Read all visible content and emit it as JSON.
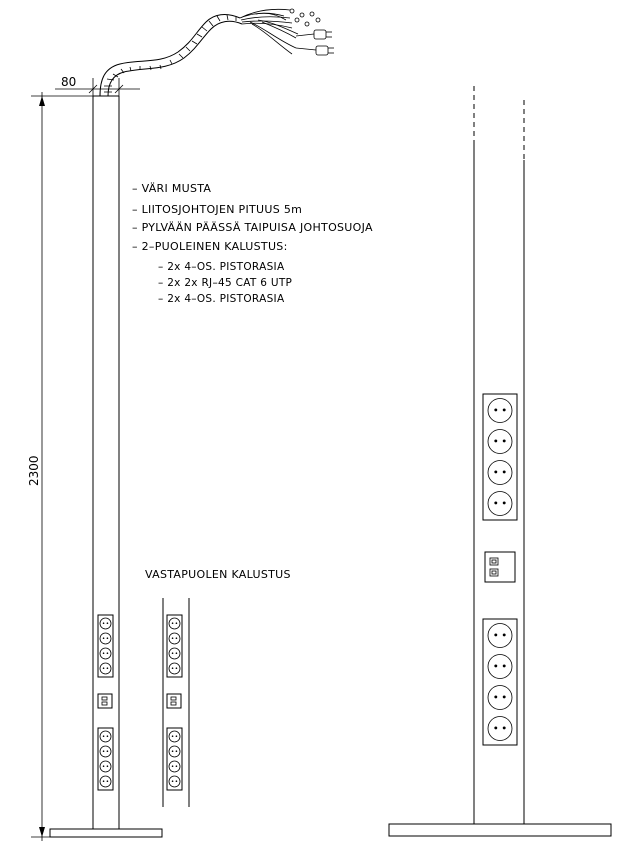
{
  "dimensions": {
    "width_label": "80",
    "height_label": "2300"
  },
  "notes": [
    "– VÄRI MUSTA",
    "– LIITOSJOHTOJEN PITUUS 5m",
    "– PYLVÄÄN PÄÄSSÄ TAIPUISA JOHTOSUOJA",
    "– 2–PUOLEINEN KALUSTUS:"
  ],
  "sub_notes": [
    "– 2x 4–OS. PISTORASIA",
    "– 2x 2x RJ–45 CAT 6 UTP",
    "– 2x 4–OS. PISTORASIA"
  ],
  "opposite_side_label": "VASTAPUOLEN KALUSTUS",
  "colors": {
    "line": "#000000",
    "background": "#ffffff"
  }
}
